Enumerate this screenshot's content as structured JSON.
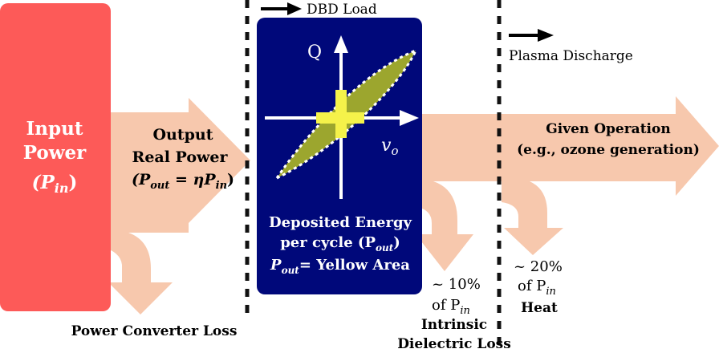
{
  "input_block": {
    "title_line1": "Input",
    "title_line2": "Power",
    "symbol": "(P",
    "symbol_sub": "in",
    "symbol_close": ")"
  },
  "converter_output": {
    "line1": "Output",
    "line2": "Real Power",
    "eq_open": "(P",
    "eq_sub1": "out",
    "eq_mid": " = ηP",
    "eq_sub2": "in",
    "eq_close": ")"
  },
  "converter_loss_label": "Power Converter Loss",
  "legend": {
    "dbd_load": "DBD Load",
    "plasma_discharge": "Plasma Discharge"
  },
  "dbd_box": {
    "q_axis": "Q",
    "v_axis": "v",
    "v_sub": "o",
    "line1": "Deposited Energy",
    "line2_open": "per cycle (P",
    "line2_sub": "out",
    "line2_close": ")",
    "line3_sym": "P",
    "line3_sub": "out",
    "line3_rest": "= Yellow Area"
  },
  "dielectric_loss": {
    "pct": "~ 10%",
    "of": "of P",
    "of_sub": "in",
    "label1": "Intrinsic",
    "label2": "Dielectric Loss"
  },
  "heat_loss": {
    "pct": "~ 20%",
    "of": "of P",
    "of_sub": "in",
    "label": "Heat"
  },
  "given_operation": {
    "line1": "Given Operation",
    "line2": "(e.g., ozone generation)"
  },
  "colors": {
    "input_block": "#fd5a58",
    "flow": "#f7c8ad",
    "dbd_box": "#00087a",
    "lissajous_fill": "#9ca62e",
    "highlight": "#f5f24a"
  }
}
